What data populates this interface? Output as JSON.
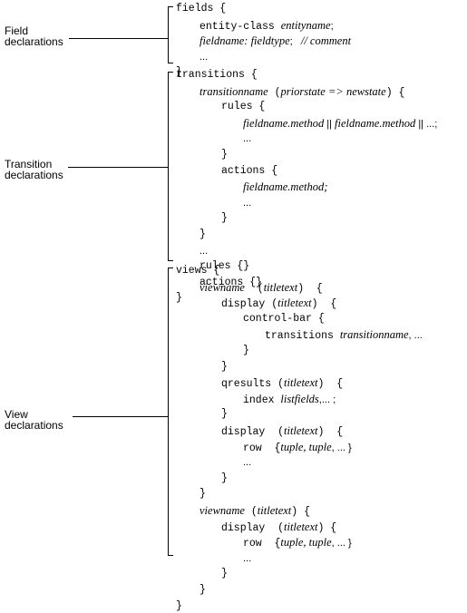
{
  "sections": [
    {
      "label": [
        "Field",
        "declarations"
      ],
      "lines": [
        [
          [
            "m",
            "fields {"
          ]
        ],
        [
          [
            "m",
            "entity-class "
          ],
          [
            "i",
            "entityname"
          ],
          [
            "s",
            ";"
          ]
        ],
        [
          [
            "i",
            "fieldname: fieldtype"
          ],
          [
            "s",
            ";   "
          ],
          [
            "i",
            "// comment"
          ]
        ],
        [
          [
            "s",
            "..."
          ]
        ],
        [
          [
            "m",
            "}"
          ]
        ]
      ]
    },
    {
      "label": [
        "Transition",
        "declarations"
      ],
      "lines": [
        [
          [
            "m",
            "transitions {"
          ]
        ],
        [
          [
            "i",
            "transitionname"
          ],
          [
            "m",
            " ("
          ],
          [
            "i",
            "priorstate => newstate"
          ],
          [
            "m",
            ") {"
          ]
        ],
        [
          [
            "m",
            "rules {"
          ]
        ],
        [
          [
            "i",
            "fieldname.method"
          ],
          [
            "s",
            " || "
          ],
          [
            "i",
            "fieldname.method"
          ],
          [
            "s",
            " || ...;"
          ]
        ],
        [
          [
            "s",
            "..."
          ]
        ],
        [
          [
            "m",
            "}"
          ]
        ],
        [
          [
            "m",
            "actions {"
          ]
        ],
        [
          [
            "i",
            "fieldname.method;"
          ]
        ],
        [
          [
            "s",
            "..."
          ]
        ],
        [
          [
            "m",
            "}"
          ]
        ],
        [
          [
            "m",
            "}"
          ]
        ],
        [
          [
            "s",
            "..."
          ]
        ],
        [
          [
            "m",
            "rules {}"
          ]
        ],
        [
          [
            "m",
            "actions {}"
          ]
        ],
        [
          [
            "m",
            "}"
          ]
        ]
      ]
    },
    {
      "label": [
        "View",
        "declarations"
      ],
      "lines": [
        [
          [
            "m",
            "views {"
          ]
        ],
        [
          [
            "i",
            "viewname"
          ],
          [
            "m",
            "  ("
          ],
          [
            "i",
            "titletext"
          ],
          [
            "m",
            ")  {"
          ]
        ],
        [
          [
            "m",
            "display ("
          ],
          [
            "i",
            "titletext"
          ],
          [
            "m",
            ")  {"
          ]
        ],
        [
          [
            "m",
            "control-bar {"
          ]
        ],
        [
          [
            "m",
            "transitions "
          ],
          [
            "i",
            "transitionname"
          ],
          [
            "s",
            ", ..."
          ]
        ],
        [
          [
            "m",
            "}"
          ]
        ],
        [
          [
            "m",
            "}"
          ]
        ],
        [
          [
            "m",
            "qresults ("
          ],
          [
            "i",
            "titletext"
          ],
          [
            "m",
            ")  {"
          ]
        ],
        [
          [
            "m",
            "index "
          ],
          [
            "i",
            "listfields"
          ],
          [
            "s",
            ",... ;"
          ]
        ],
        [
          [
            "m",
            "}"
          ]
        ],
        [
          [
            "m",
            "display  ("
          ],
          [
            "i",
            "titletext"
          ],
          [
            "m",
            ")  {"
          ]
        ],
        [
          [
            "m",
            "row  {"
          ],
          [
            "i",
            "tuple, tuple"
          ],
          [
            "s",
            ", ... }"
          ]
        ],
        [
          [
            "s",
            "..."
          ]
        ],
        [
          [
            "m",
            "}"
          ]
        ],
        [
          [
            "m",
            "}"
          ]
        ],
        [
          [
            "i",
            "viewname"
          ],
          [
            "m",
            " ("
          ],
          [
            "i",
            "titletext"
          ],
          [
            "m",
            ") {"
          ]
        ],
        [
          [
            "m",
            "display  ("
          ],
          [
            "i",
            "titletext"
          ],
          [
            "m",
            ") {"
          ]
        ],
        [
          [
            "m",
            "row  {"
          ],
          [
            "i",
            "tuple, tuple"
          ],
          [
            "s",
            ", ... }"
          ]
        ],
        [
          [
            "s",
            "..."
          ]
        ],
        [
          [
            "m",
            "}"
          ]
        ],
        [
          [
            "m",
            "}"
          ]
        ],
        [
          [
            "m",
            "}"
          ]
        ]
      ]
    }
  ]
}
